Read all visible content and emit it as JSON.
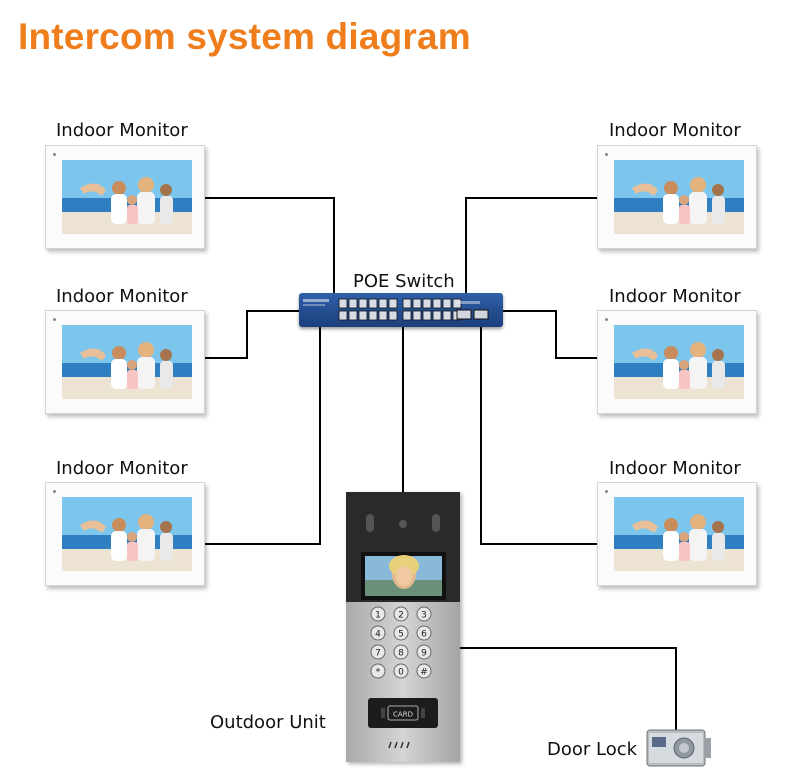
{
  "title": "Intercom system diagram",
  "switch_label": "POE Switch",
  "monitors": [
    {
      "label": "Indoor Monitor"
    },
    {
      "label": "Indoor Monitor"
    },
    {
      "label": "Indoor Monitor"
    },
    {
      "label": "Indoor Monitor"
    },
    {
      "label": "Indoor Monitor"
    },
    {
      "label": "Indoor Monitor"
    }
  ],
  "outdoor_label": "Outdoor Unit",
  "door_lock_label": "Door Lock",
  "keypad_keys": [
    "1",
    "2",
    "3",
    "4",
    "5",
    "6",
    "7",
    "8",
    "9",
    "*",
    "0",
    "#"
  ],
  "card_text": "CARD",
  "colors": {
    "title": "#f07d1c",
    "switch": "#24498f",
    "wire": "#000000"
  }
}
